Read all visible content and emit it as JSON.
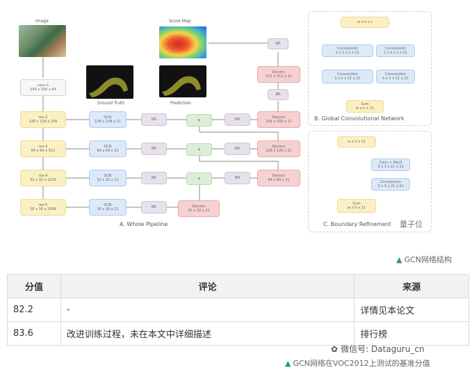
{
  "figure": {
    "input_label": "Image",
    "score_map_label": "Score Map",
    "ground_truth_label": "Ground Truth",
    "prediction_label": "Prediction",
    "conv1": {
      "name": "conv-1",
      "size": "256 x 256 x 64"
    },
    "res": [
      {
        "name": "res-2",
        "size": "128 x 128 x 256"
      },
      {
        "name": "res-3",
        "size": "64 x 64 x 512"
      },
      {
        "name": "res-4",
        "size": "32 x 32 x 1024"
      },
      {
        "name": "res-5",
        "size": "16 x 16 x 2048"
      }
    ],
    "gcn": [
      {
        "name": "GCN",
        "size": "128 x 128 x 21"
      },
      {
        "name": "GCN",
        "size": "64 x 64 x 21"
      },
      {
        "name": "GCN",
        "size": "32 x 32 x 21"
      },
      {
        "name": "GCN",
        "size": "16 x 16 x 21"
      }
    ],
    "br": "BR",
    "plus": "+",
    "deconvs": [
      {
        "name": "Deconv",
        "size": "512 x 512 x 21"
      },
      {
        "name": "Deconv",
        "size": "256 x 256 x 21"
      },
      {
        "name": "Deconv",
        "size": "128 x 128 x 21"
      },
      {
        "name": "Deconv",
        "size": "64 x 64 x 21"
      },
      {
        "name": "Deconv",
        "size": "32 x 32 x 21"
      }
    ],
    "pipeline_title": "A. Whole Pipeline",
    "gcn_panel": {
      "input": "w x h x c",
      "conv_a1": {
        "name": "Convolution",
        "size": "k x 1 x c x 21"
      },
      "conv_a2": {
        "name": "Convolution",
        "size": "1 x k x 21 x 21"
      },
      "conv_b1": {
        "name": "Convolution",
        "size": "1 x k x c x 21"
      },
      "conv_b2": {
        "name": "Convolution",
        "size": "k x 1 x 21 x 21"
      },
      "sum": {
        "name": "Sum",
        "size": "w x h x 21"
      },
      "title": "B. Global Convolutional Network"
    },
    "br_panel": {
      "input": "w x h x 21",
      "conv1": {
        "name": "Conv + ReLU",
        "size": "3 x 3 x 21 x 21"
      },
      "conv2": {
        "name": "Convolution",
        "size": "3 x 3 x 21 x 21"
      },
      "sum": {
        "name": "Sum",
        "size": "w x h x 21"
      },
      "title": "C. Boundary Refinement",
      "watermark": "量子位"
    }
  },
  "caption1": "GCN网络结构",
  "table": {
    "headers": [
      "分值",
      "评论",
      "来源"
    ],
    "rows": [
      [
        "82.2",
        "-",
        "详情见本论文"
      ],
      [
        "83.6",
        "改进训练过程，未在本文中详细描述",
        "排行榜"
      ]
    ]
  },
  "watermark2": "微信号: Dataguru_cn",
  "caption2": "GCN网络在VOC2012上测试的基准分值"
}
